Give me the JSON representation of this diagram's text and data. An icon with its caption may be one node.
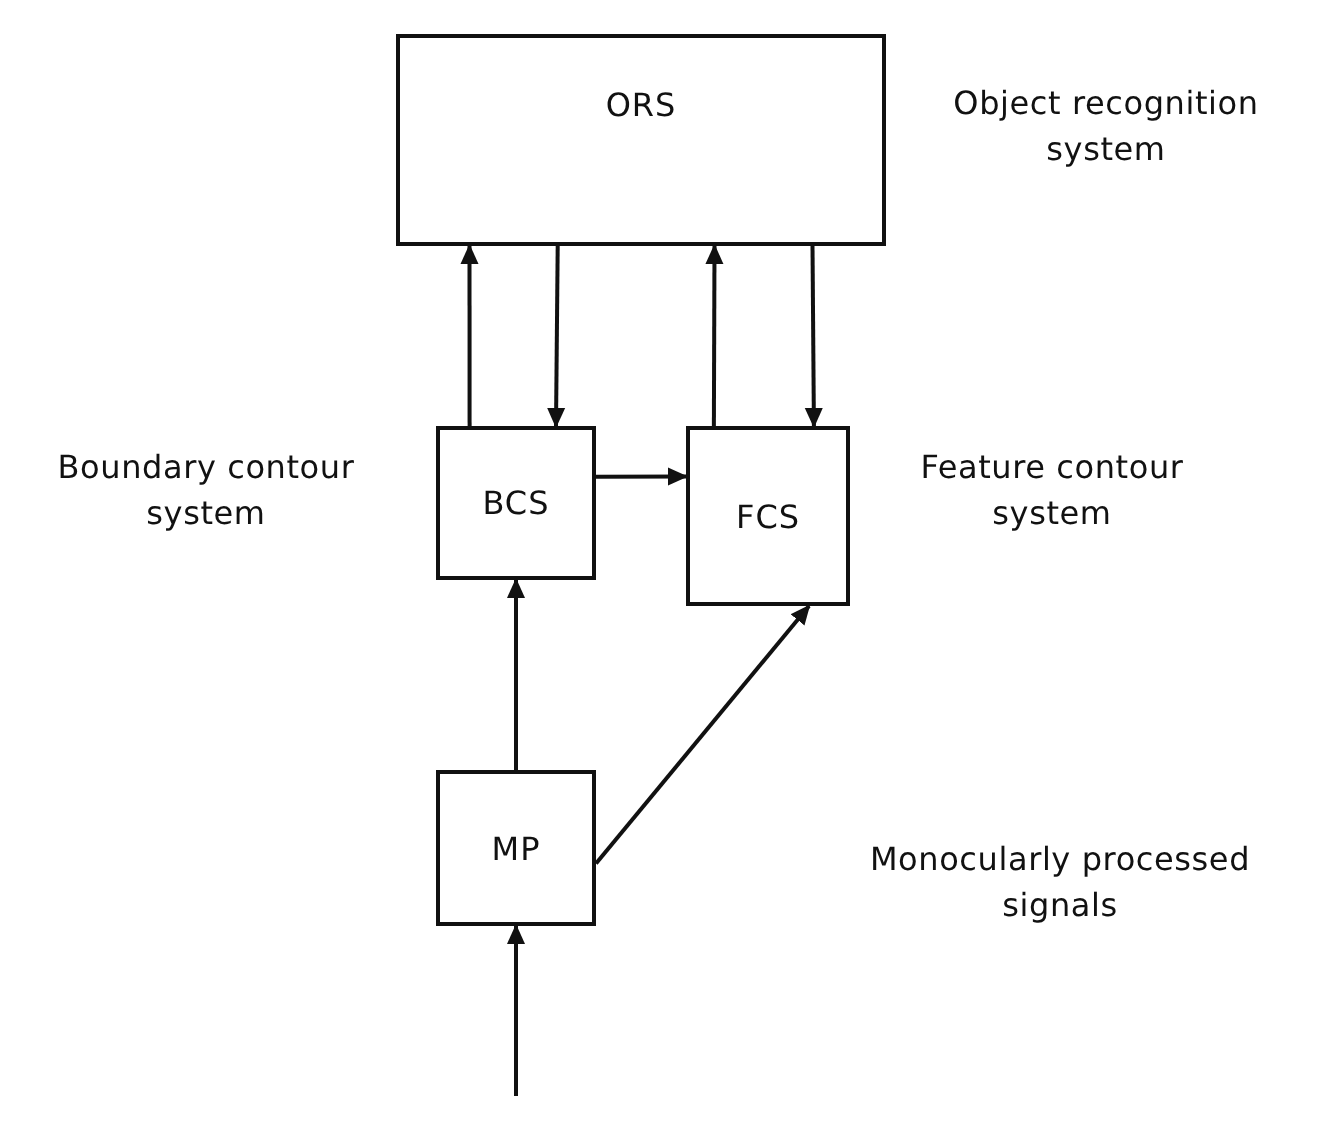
{
  "diagram": {
    "nodes": [
      {
        "text": [
          "ORS"
        ],
        "beside": [
          "Object recognition system"
        ]
      },
      {
        "text": [
          "BCS"
        ],
        "beside": [
          "Boundary contour system"
        ]
      },
      {
        "text": [
          "FCS"
        ],
        "beside": [
          "Feature contour system"
        ]
      },
      {
        "text": [
          "MP"
        ]
      }
    ],
    "labels": [
      "Monocularly processed signals"
    ],
    "edges": [
      {
        "from": 1,
        "to": 0,
        "arrow": "to"
      },
      {
        "from": 0,
        "to": 1,
        "arrow": "to"
      },
      {
        "from": 2,
        "to": 0,
        "arrow": "to"
      },
      {
        "from": 0,
        "to": 2,
        "arrow": "to"
      },
      {
        "from": 1,
        "to": 2,
        "arrow": "to"
      },
      {
        "from": 3,
        "to": 1,
        "arrow": "to"
      },
      {
        "from": 3,
        "to": 2,
        "arrow": "to"
      },
      {
        "from": null,
        "to": 3,
        "arrow": "to"
      }
    ]
  }
}
